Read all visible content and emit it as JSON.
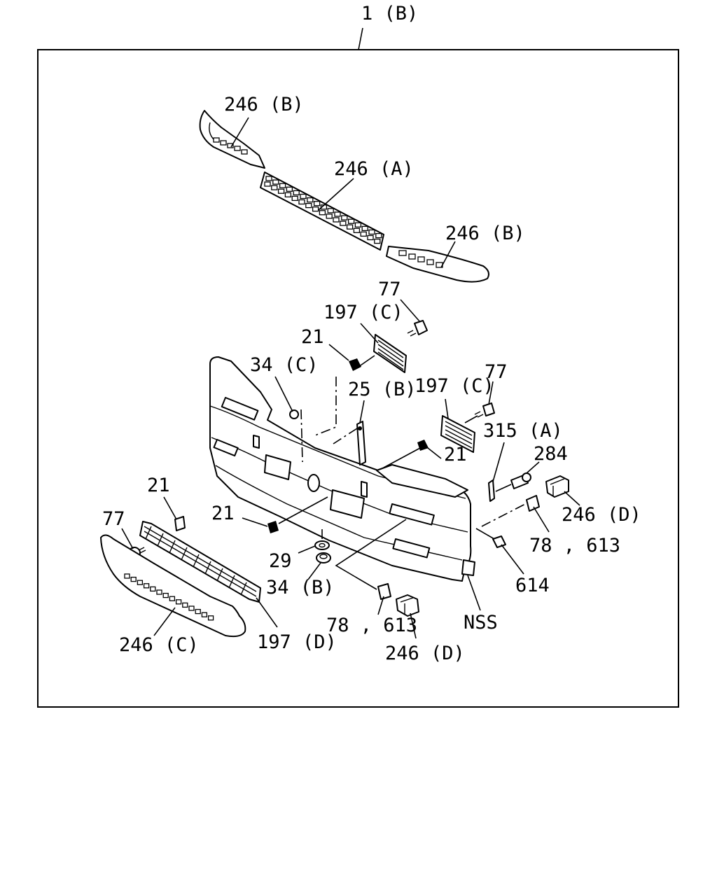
{
  "labels": {
    "assembly": "1 (B)",
    "upper_left_end": "246 (B)",
    "upper_center": "246 (A)",
    "upper_right_end": "246 (B)",
    "screw_top_77": "77",
    "grille_upper_left": "197 (C)",
    "clip_21_upper": "21",
    "bolt_34c": "34 (C)",
    "bracket_25b": "25 (B)",
    "grille_right": "197 (C)",
    "screw_right_77": "77",
    "clip_21_right": "21",
    "bracket_315a": "315 (A)",
    "bolt_284": "284",
    "clip_246d_right": "246 (D)",
    "clip_21_left": "21",
    "screw_left_77": "77",
    "clip_21_center": "21",
    "washer_29": "29",
    "nut_34b": "34 (B)",
    "nut_78_right": "78 , 613",
    "lamp_614": "614",
    "nss": "NSS",
    "nut_78_bottom": "78 , 613",
    "clip_246d_bottom": "246 (D)",
    "grille_197d": "197 (D)",
    "lower_garnish": "246 (C)"
  }
}
